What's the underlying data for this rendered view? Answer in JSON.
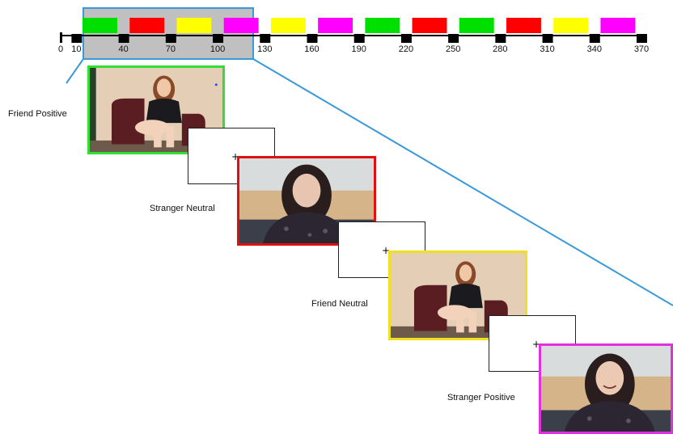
{
  "timeline": {
    "tick_labels": [
      "0",
      "10",
      "40",
      "70",
      "100",
      "130",
      "160",
      "190",
      "220",
      "250",
      "280",
      "310",
      "340",
      "370"
    ],
    "condition_colors": [
      "#00e000",
      "#ff0000",
      "#ffff00",
      "#ff00ff",
      "#ffff00",
      "#ff00ff",
      "#00e000",
      "#ff0000",
      "#00e000",
      "#ff0000",
      "#ffff00",
      "#ff00ff"
    ],
    "zoom_highlight_color": "#3a9ad9"
  },
  "trials": [
    {
      "label": "Friend Positive",
      "border_color": "#33dd33",
      "scene": "friend"
    },
    {
      "label": "Stranger Neutral",
      "border_color": "#e01010",
      "scene": "stranger"
    },
    {
      "label": "Friend Neutral",
      "border_color": "#f0e020",
      "scene": "friend"
    },
    {
      "label": "Stranger Positive",
      "border_color": "#e030e0",
      "scene": "stranger"
    }
  ],
  "fixation": {
    "symbol": "+"
  }
}
